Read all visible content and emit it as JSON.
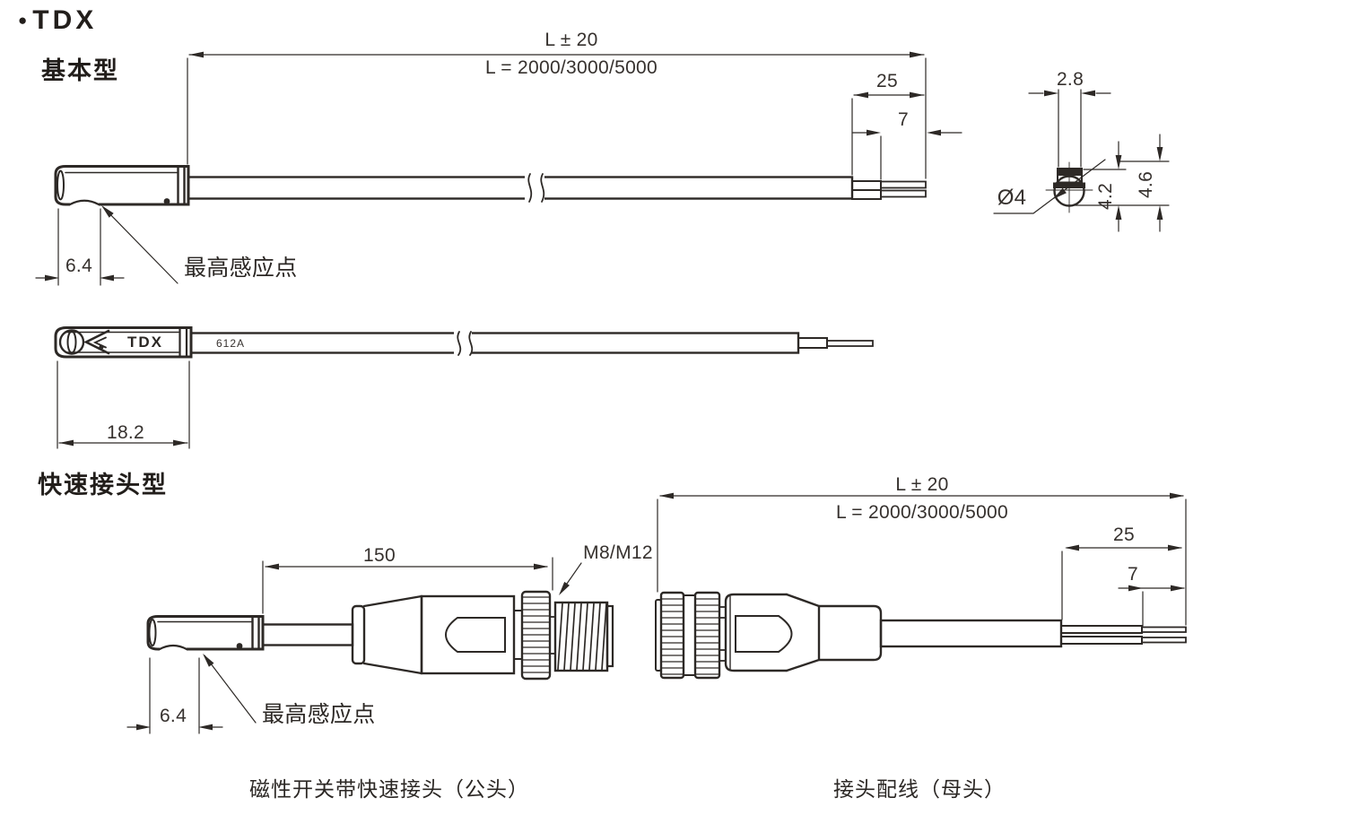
{
  "title": {
    "bullet": "●",
    "text": "TDX"
  },
  "sections": {
    "basic_heading": "基本型",
    "quick_heading": "快速接头型"
  },
  "drawing1": {
    "dim_length": "L ± 20",
    "dim_length_value": "L = 2000/3000/5000",
    "dim_strip": "25",
    "dim_tip": "7",
    "dim_sense_offset": "6.4",
    "sense_label": "最高感应点"
  },
  "cross_section": {
    "dim_width": "2.8",
    "dim_diameter": "Ø4",
    "dim_height_body": "4.2",
    "dim_height_total": "4.6"
  },
  "drawing2": {
    "brand": "TDX",
    "cable_marking": "612A",
    "dim_body_length": "18.2"
  },
  "drawing3": {
    "dim_cable": "150",
    "thread_label": "M8/M12",
    "dim_sense_offset": "6.4",
    "sense_label": "最高感应点",
    "caption": "磁性开关带快速接头（公头）"
  },
  "drawing4": {
    "dim_length": "L ± 20",
    "dim_length_value": "L = 2000/3000/5000",
    "dim_strip": "25",
    "dim_tip": "7",
    "caption": "接头配线（母头）"
  }
}
